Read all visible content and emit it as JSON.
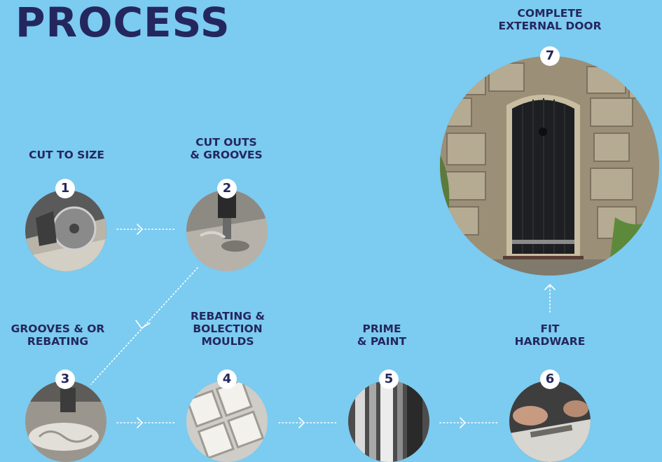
{
  "title": "PROCESS",
  "steps": [
    {
      "num": "1",
      "label": "CUT TO SIZE",
      "image": "table-saw-cutting-wood"
    },
    {
      "num": "2",
      "label": "CUT OUTS\n& GROOVES",
      "image": "router-bit-on-wood"
    },
    {
      "num": "3",
      "label": "GROOVES & OR\nREBATING",
      "image": "cnc-router-carving"
    },
    {
      "num": "4",
      "label": "REBATING &\nBOLECTION\nMOULDS",
      "image": "panel-moulds"
    },
    {
      "num": "5",
      "label": "PRIME\n& PAINT",
      "image": "painted-door-frames"
    },
    {
      "num": "6",
      "label": "FIT\nHARDWARE",
      "image": "fitting-hardware-hands"
    },
    {
      "num": "7",
      "label": "COMPLETE\nEXTERNAL DOOR",
      "image": "black-door-in-stone-wall"
    }
  ],
  "colors": {
    "background": "#7ccbf0",
    "text": "#24275e",
    "badge": "#ffffff"
  }
}
